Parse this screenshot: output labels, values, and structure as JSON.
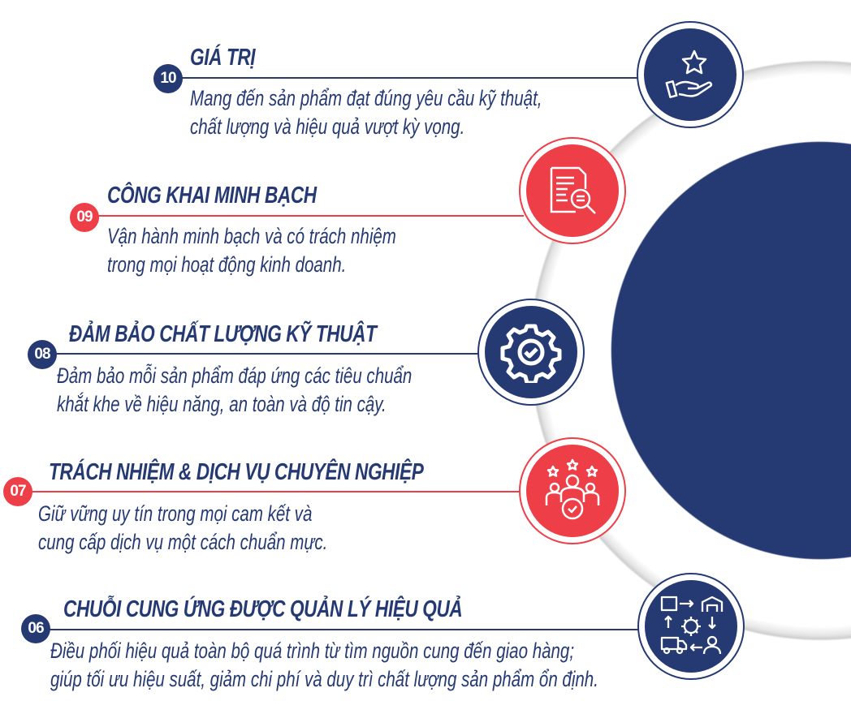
{
  "colors": {
    "navy": "#253a73",
    "red": "#ee3e48"
  },
  "items": [
    {
      "number": "10",
      "title": "GIÁ TRỊ",
      "desc": [
        "Mang đến sản phẩm đạt đúng yêu cầu kỹ thuật,",
        "chất lượng và hiệu quả vượt kỳ vọng."
      ],
      "icon": "hand-star-icon",
      "color": "navy"
    },
    {
      "number": "09",
      "title": "CÔNG KHAI MINH BẠCH",
      "desc": [
        "Vận hành minh bạch và có trách nhiệm",
        "trong mọi hoạt động kinh doanh."
      ],
      "icon": "document-search-icon",
      "color": "red"
    },
    {
      "number": "08",
      "title": "ĐẢM BẢO CHẤT LƯỢNG KỸ THUẬT",
      "desc": [
        "Đảm bảo mỗi sản phẩm đáp ứng các tiêu chuẩn",
        "khắt khe về hiệu năng, an toàn và độ tin cậy."
      ],
      "icon": "gear-check-icon",
      "color": "navy"
    },
    {
      "number": "07",
      "title": "TRÁCH NHIỆM & DỊCH VỤ CHUYÊN NGHIỆP",
      "desc": [
        "Giữ vững uy tín trong mọi cam kết và",
        "cung cấp dịch vụ một cách chuẩn mực."
      ],
      "icon": "team-stars-icon",
      "color": "red"
    },
    {
      "number": "06",
      "title": "CHUỖI CUNG ỨNG ĐƯỢC QUẢN LÝ HIỆU QUẢ",
      "desc": [
        "Điều phối hiệu quả toàn bộ quá trình từ tìm nguồn cung đến giao hàng;",
        "giúp tối ưu hiệu suất, giảm chi phí và duy trì chất lượng sản phẩm ổn định."
      ],
      "icon": "supply-chain-icon",
      "color": "navy"
    }
  ]
}
